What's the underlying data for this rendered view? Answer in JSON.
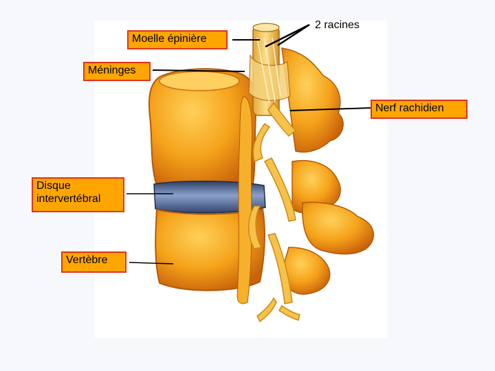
{
  "labels": {
    "moelle": "Moelle épinière",
    "racines": "2 racines",
    "meninges": "Méninges",
    "nerf": "Nerf rachidien",
    "disque": "Disque\nintervertébral",
    "vertebre": "Vertèbre"
  },
  "colors": {
    "label_fill": "#ffa500",
    "label_border": "#e2321a",
    "bone": "#f29d16",
    "nerve": "#f7c24a",
    "disc": "#6f87b4"
  }
}
